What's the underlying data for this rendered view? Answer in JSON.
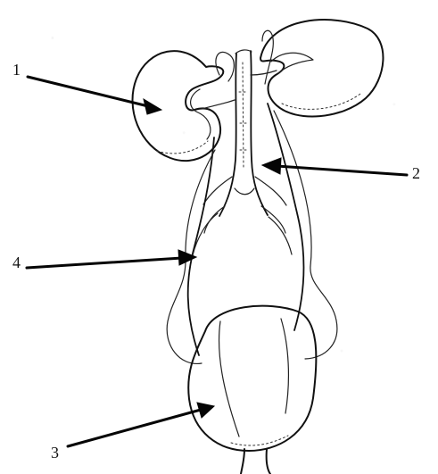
{
  "labels": {
    "label_1": "1",
    "label_2": "2",
    "label_3": "3",
    "label_4": "4"
  },
  "colors": {
    "ink": "#111111",
    "paper": "#ffffff"
  }
}
